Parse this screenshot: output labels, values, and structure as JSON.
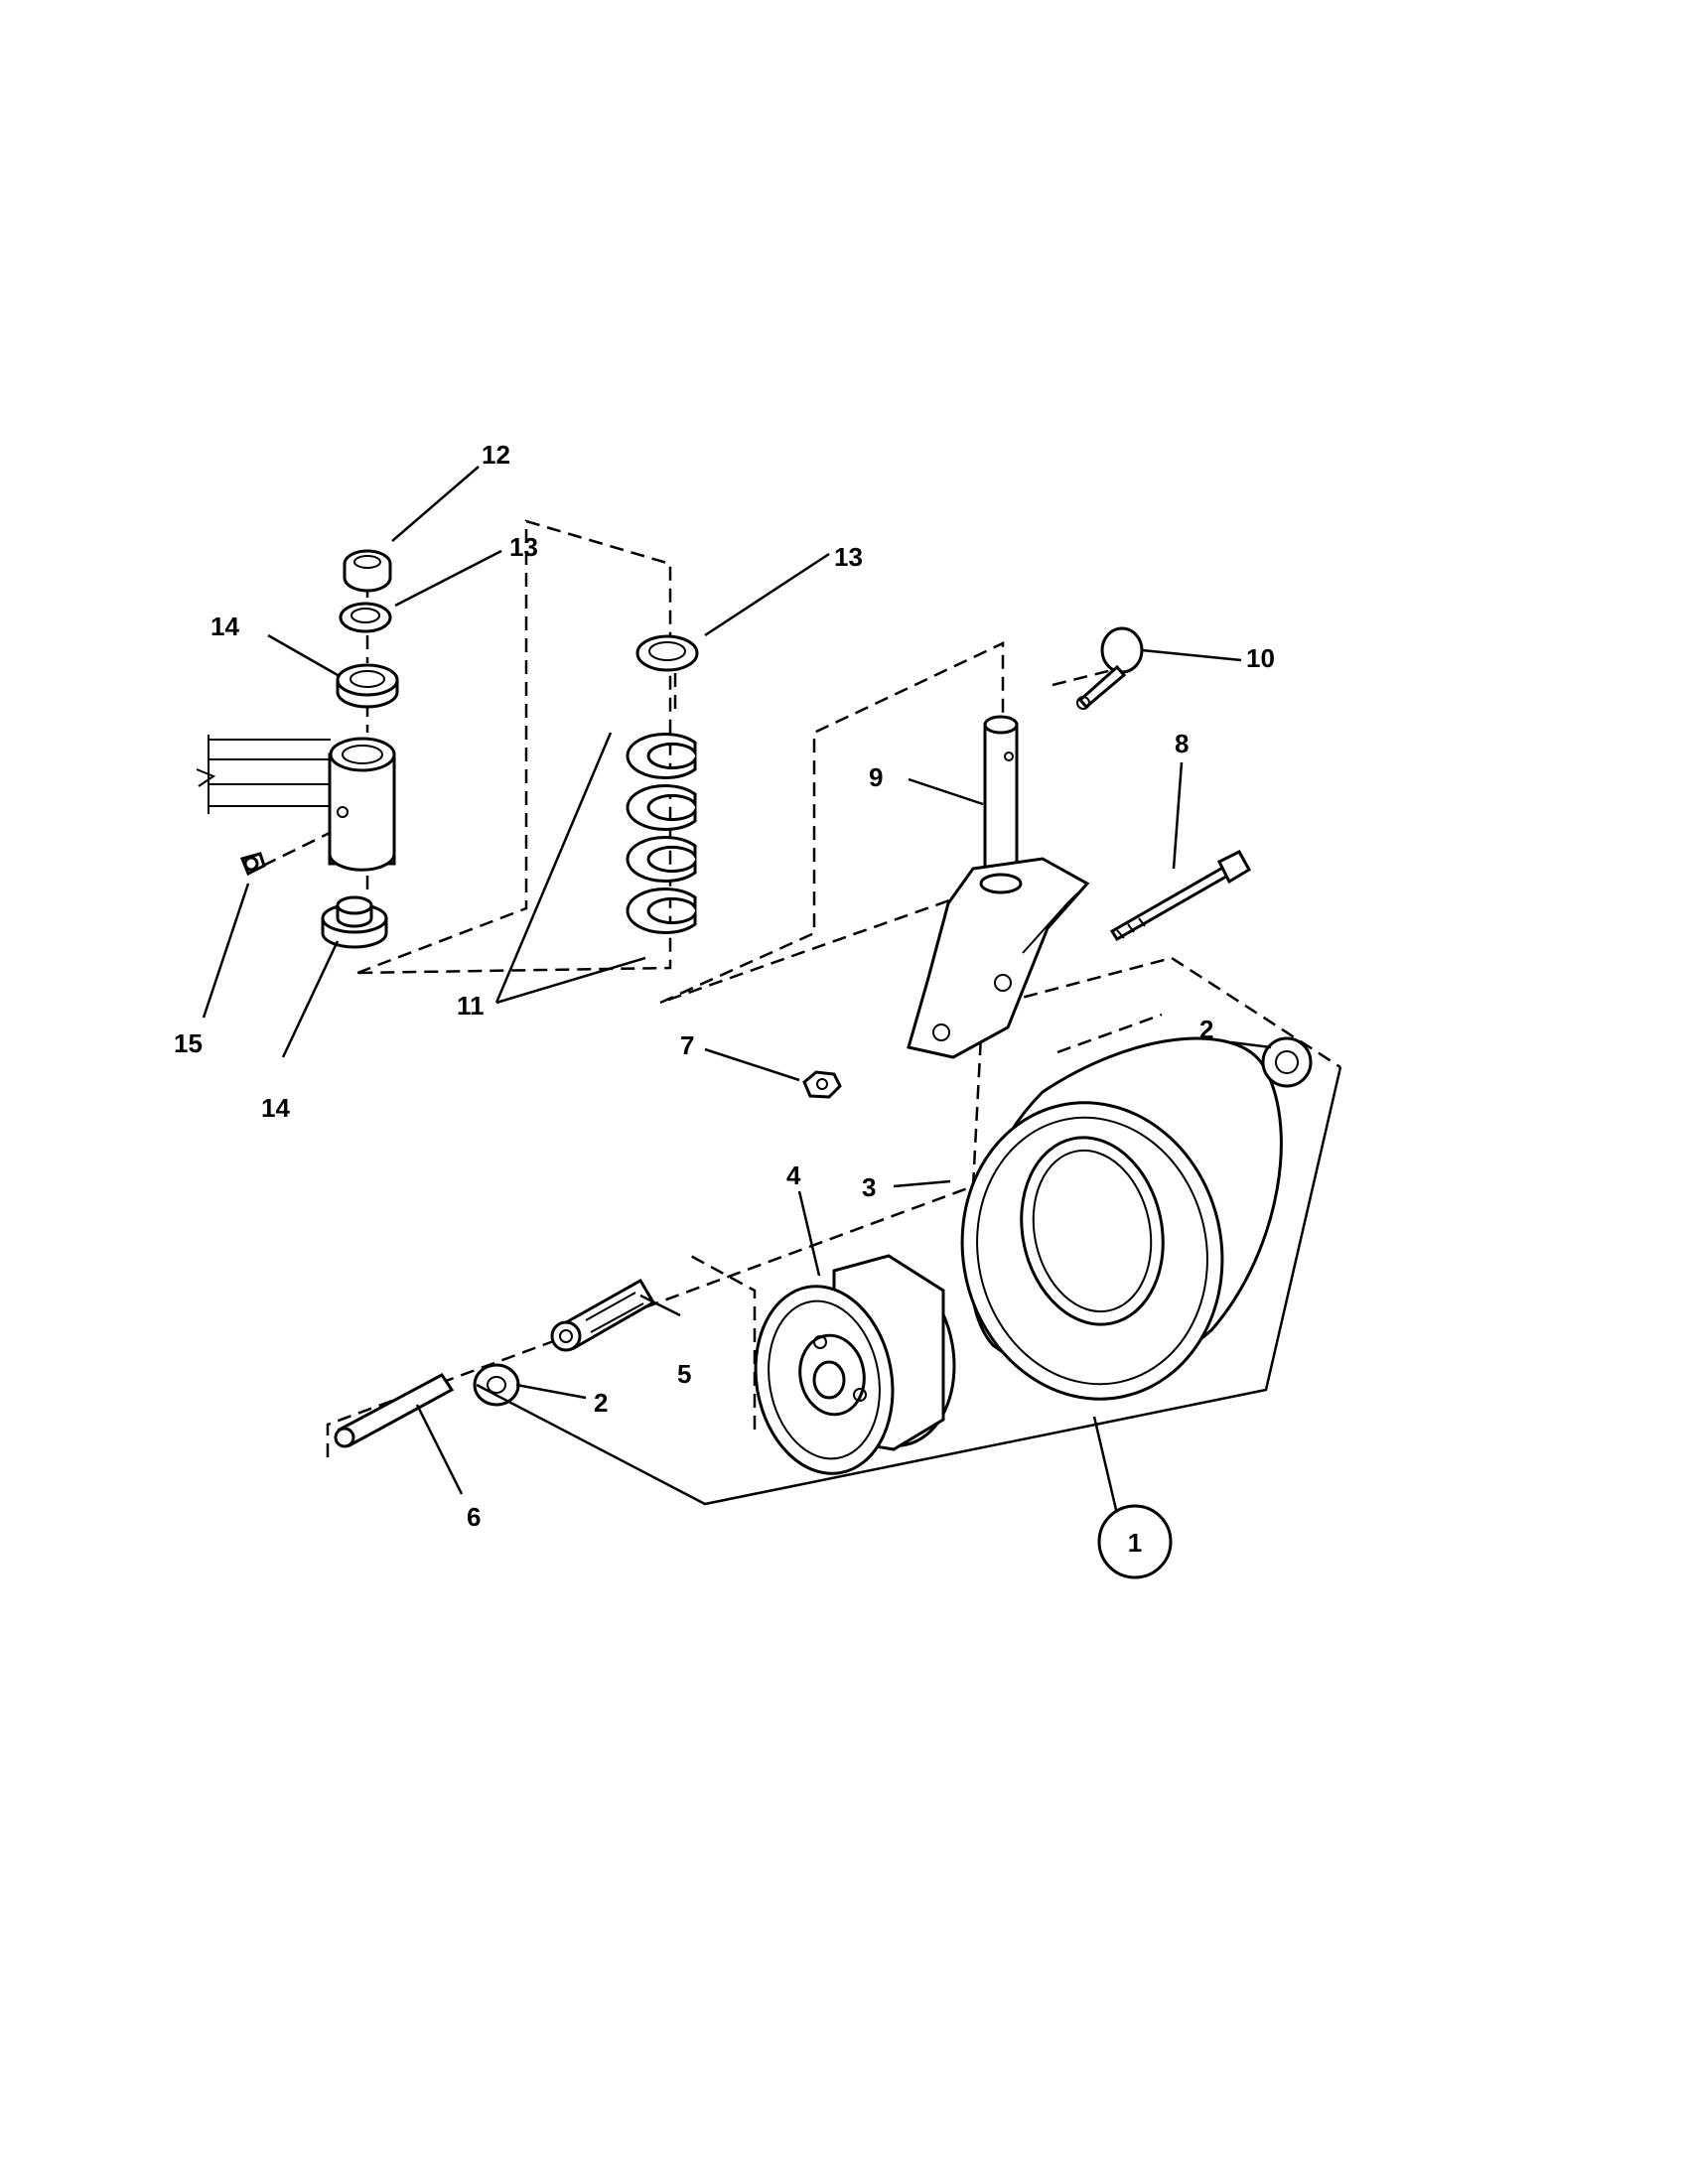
{
  "diagram": {
    "callouts": {
      "c1": "1",
      "c2a": "2",
      "c2b": "2",
      "c3": "3",
      "c4": "4",
      "c5": "5",
      "c6": "6",
      "c7": "7",
      "c8": "8",
      "c9": "9",
      "c10": "10",
      "c11": "11",
      "c12": "12",
      "c13a": "13",
      "c13b": "13",
      "c14a": "14",
      "c14b": "14",
      "c15": "15"
    }
  }
}
